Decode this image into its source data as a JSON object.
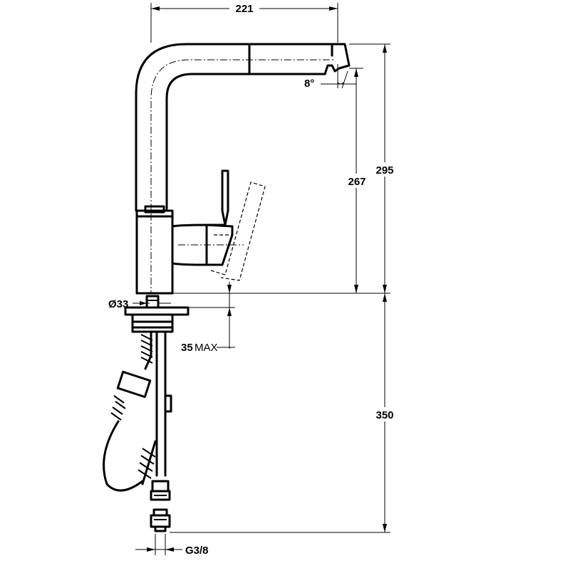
{
  "drawing": {
    "dimensions": {
      "spout_reach": "221",
      "spout_tilt": "8°",
      "outlet_height": "267",
      "total_height": "295",
      "base_diameter": "Ø33",
      "max_counter_thickness_value": "35",
      "max_counter_thickness_suffix": "MAX",
      "hose_length": "350",
      "connection_thread": "G3/8"
    }
  }
}
